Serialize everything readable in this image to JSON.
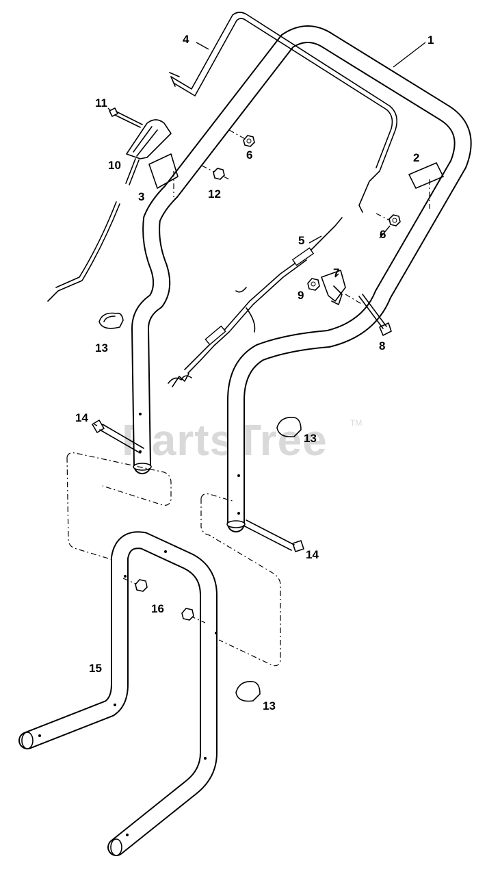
{
  "watermark": {
    "text": "PartsTree",
    "mark": "TM"
  },
  "callouts": [
    {
      "id": "c1",
      "text": "1"
    },
    {
      "id": "c2",
      "text": "2"
    },
    {
      "id": "c3",
      "text": "3"
    },
    {
      "id": "c4",
      "text": "4"
    },
    {
      "id": "c5",
      "text": "5"
    },
    {
      "id": "c6a",
      "text": "6"
    },
    {
      "id": "c6b",
      "text": "6"
    },
    {
      "id": "c7",
      "text": "7"
    },
    {
      "id": "c8",
      "text": "8"
    },
    {
      "id": "c9",
      "text": "9"
    },
    {
      "id": "c10",
      "text": "10"
    },
    {
      "id": "c11",
      "text": "11"
    },
    {
      "id": "c12",
      "text": "12"
    },
    {
      "id": "c13a",
      "text": "13"
    },
    {
      "id": "c13b",
      "text": "13"
    },
    {
      "id": "c13c",
      "text": "13"
    },
    {
      "id": "c14a",
      "text": "14"
    },
    {
      "id": "c14b",
      "text": "14"
    },
    {
      "id": "c15",
      "text": "15"
    },
    {
      "id": "c16",
      "text": "16"
    }
  ]
}
